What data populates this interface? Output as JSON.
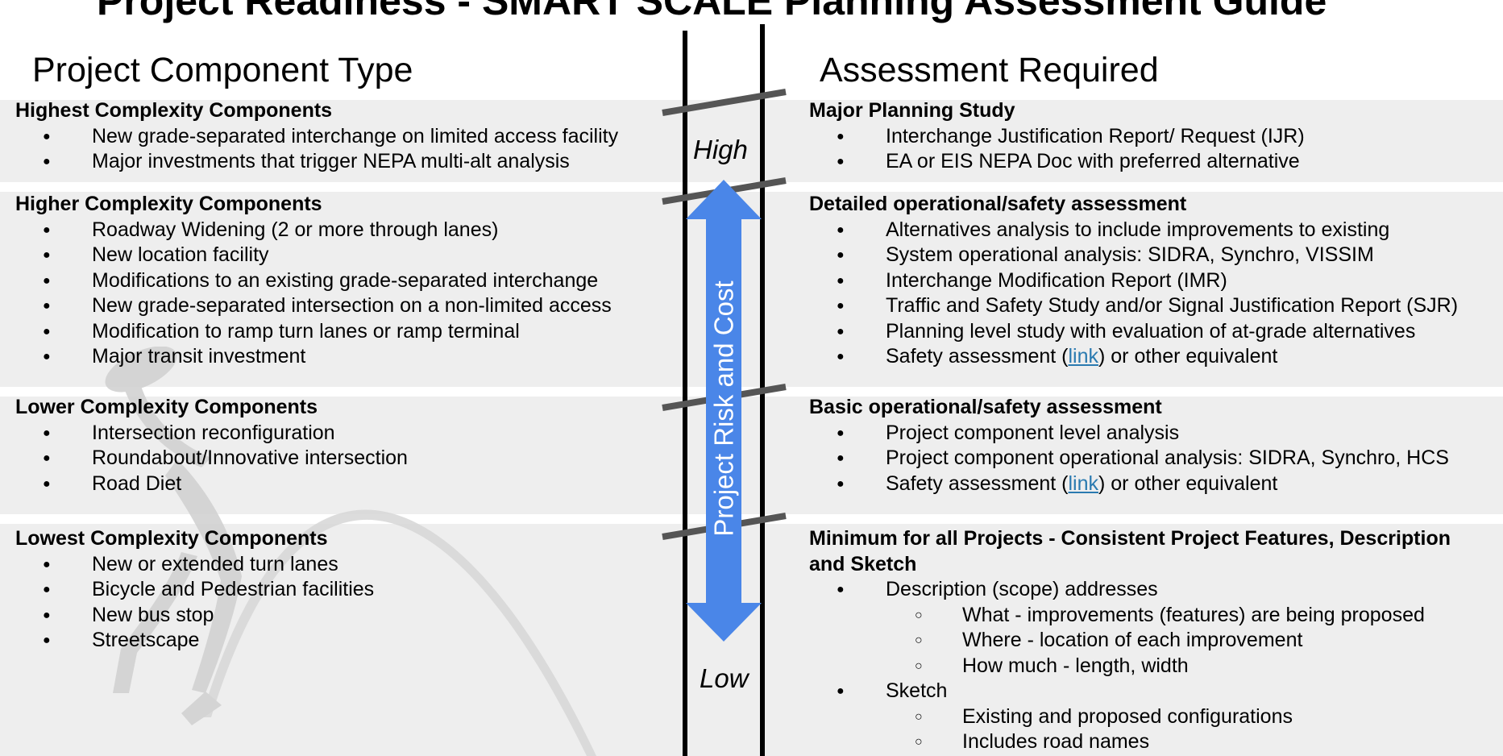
{
  "title": "Project Readiness - SMART SCALE Planning Assessment Guide",
  "column_headers": {
    "left": "Project Component Type",
    "right": "Assessment Required"
  },
  "scale": {
    "high_label": "High",
    "low_label": "Low",
    "arrow_label": "Project Risk and Cost",
    "arrow_color": "#4a86e8"
  },
  "tiers": [
    {
      "component": {
        "heading": "Highest Complexity Components",
        "items": [
          "New grade-separated interchange on limited access facility",
          "Major investments that trigger NEPA multi-alt analysis"
        ]
      },
      "assessment": {
        "heading": "Major Planning Study",
        "items": [
          {
            "text": "Interchange Justification Report/ Request (IJR)"
          },
          {
            "text": "EA or EIS NEPA Doc with preferred alternative"
          }
        ]
      }
    },
    {
      "component": {
        "heading": "Higher Complexity Components",
        "items": [
          "Roadway Widening (2 or more through lanes)",
          "New location facility",
          "Modifications to an existing grade-separated interchange",
          "New grade-separated intersection on a non-limited access",
          "Modification to ramp turn lanes or ramp terminal",
          "Major transit investment"
        ]
      },
      "assessment": {
        "heading": "Detailed operational/safety assessment",
        "items": [
          {
            "text": "Alternatives analysis to include improvements to existing"
          },
          {
            "text": "System operational analysis: SIDRA, Synchro, VISSIM"
          },
          {
            "text": "Interchange Modification Report (IMR)"
          },
          {
            "text": "Traffic and Safety Study and/or Signal Justification Report (SJR)"
          },
          {
            "text": "Planning level study with evaluation of at-grade alternatives"
          },
          {
            "pre": "Safety assessment (",
            "link": "link",
            "post": ") or other equivalent"
          }
        ]
      }
    },
    {
      "component": {
        "heading": "Lower Complexity Components",
        "items": [
          "Intersection reconfiguration",
          "Roundabout/Innovative intersection",
          "Road Diet"
        ]
      },
      "assessment": {
        "heading": "Basic operational/safety assessment",
        "items": [
          {
            "text": "Project component level analysis"
          },
          {
            "text": "Project component operational analysis: SIDRA, Synchro, HCS"
          },
          {
            "pre": "Safety assessment (",
            "link": "link",
            "post": ") or other equivalent"
          }
        ]
      }
    },
    {
      "component": {
        "heading": "Lowest Complexity Components",
        "items": [
          "New or extended turn lanes",
          "Bicycle and Pedestrian facilities",
          "New bus stop",
          "Streetscape"
        ]
      },
      "assessment": {
        "heading_line1": "Minimum for all Projects - Consistent Project Features, Description",
        "heading_line2": "and Sketch",
        "items": [
          {
            "text": "Description (scope) addresses"
          },
          {
            "sub": "What - improvements (features) are being proposed"
          },
          {
            "sub": "Where - location of each improvement"
          },
          {
            "sub": "How much - length, width"
          },
          {
            "text": "Sketch"
          },
          {
            "sub": "Existing and proposed configurations"
          },
          {
            "sub": "Includes road names"
          }
        ]
      }
    }
  ]
}
